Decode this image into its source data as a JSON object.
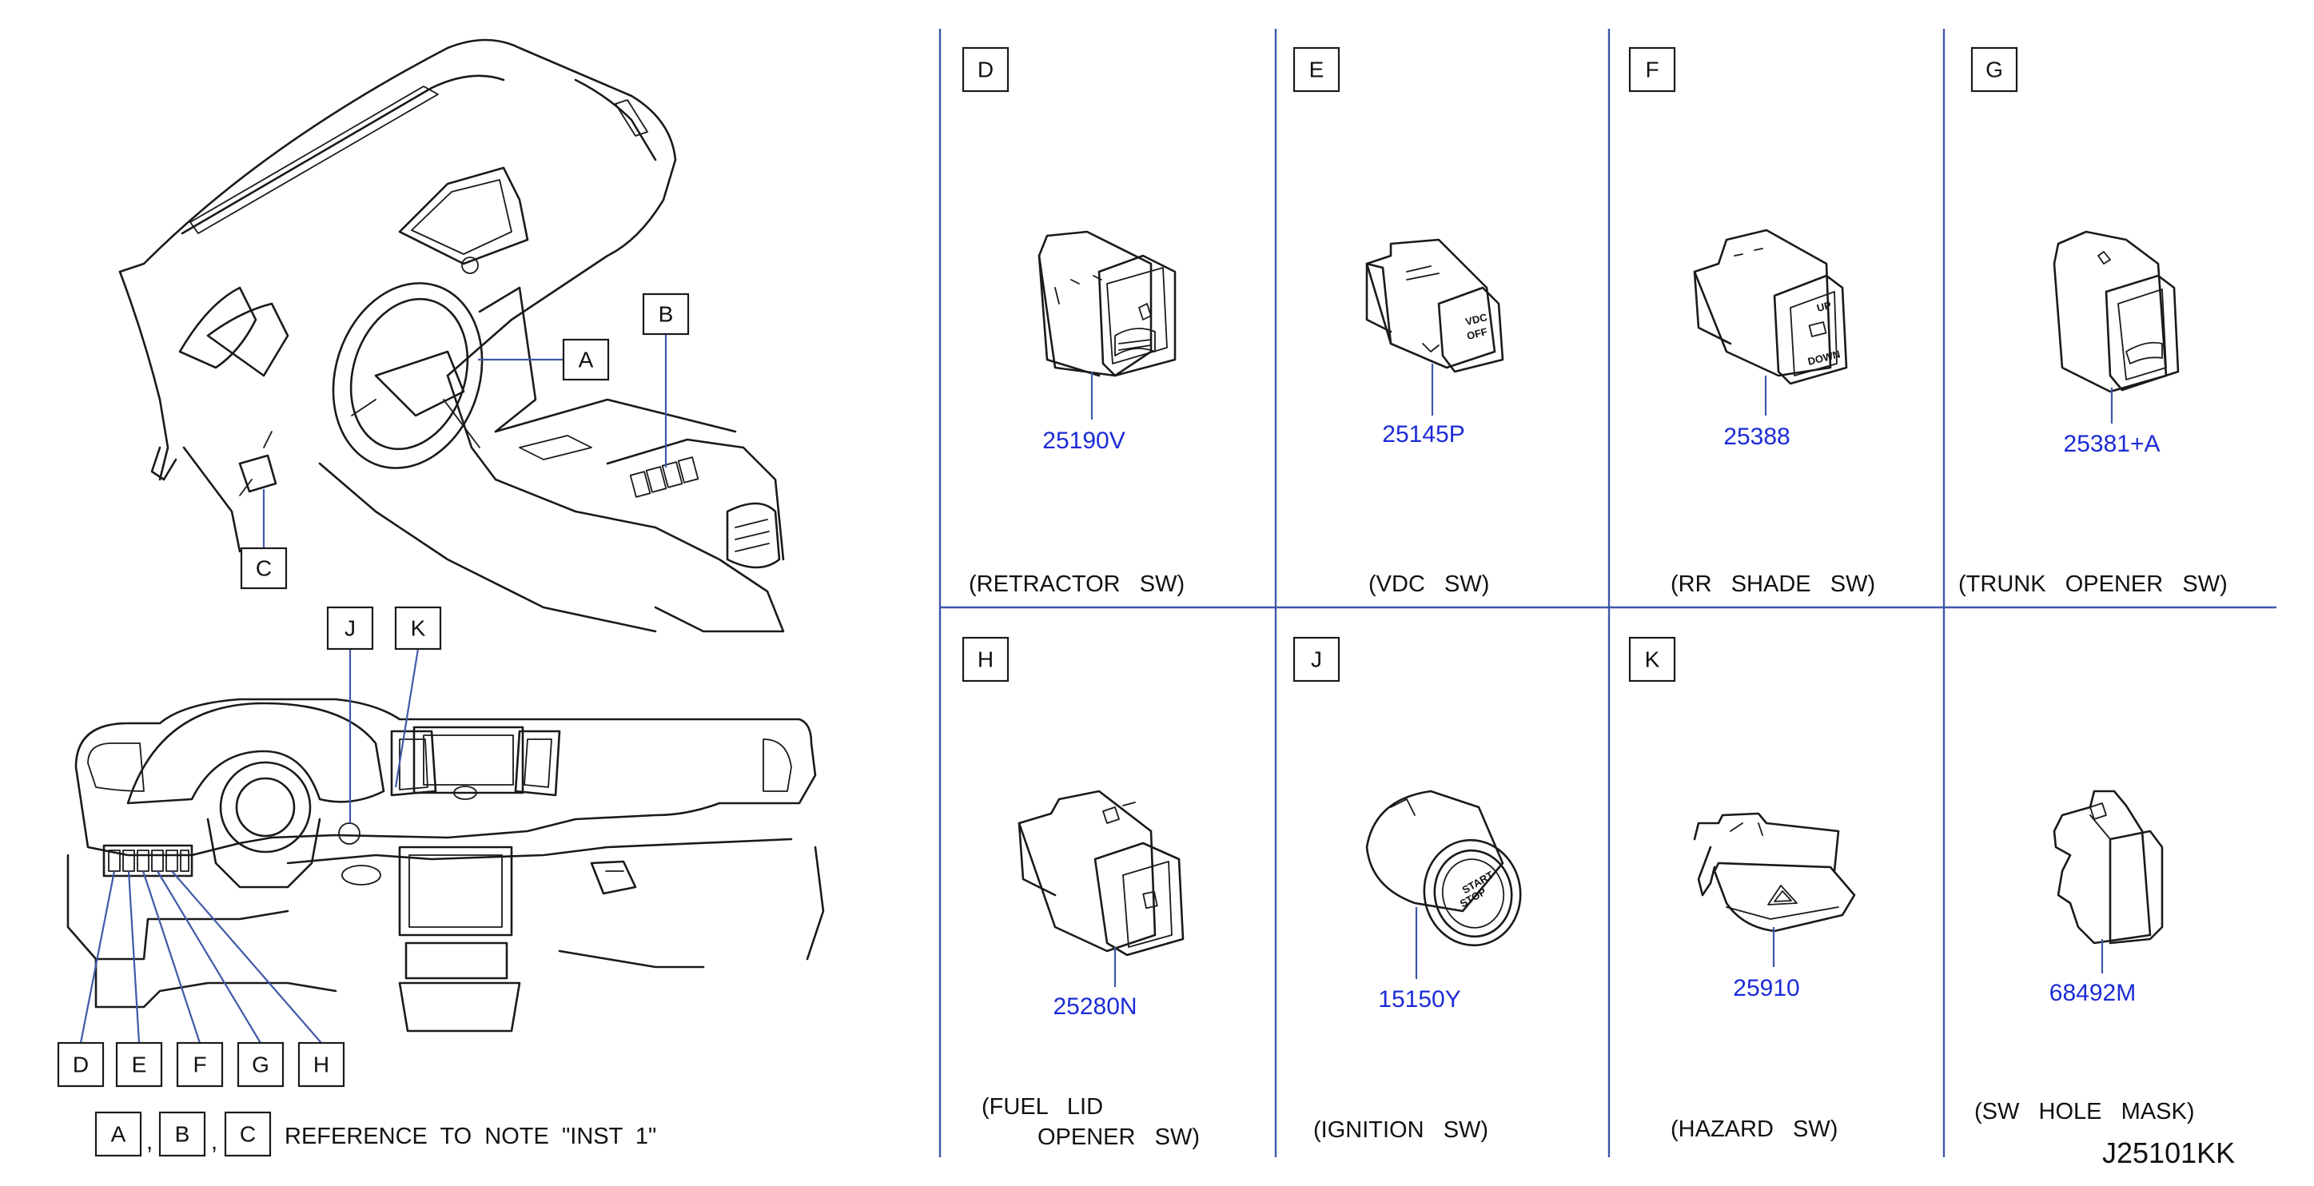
{
  "overview_callouts": [
    "A",
    "B",
    "C",
    "J",
    "K",
    "D",
    "E",
    "F",
    "G",
    "H"
  ],
  "reference_note": {
    "refs": [
      "A",
      "B",
      "C"
    ],
    "separator": ",",
    "text": "REFERENCE  TO  NOTE  \"INST  1\""
  },
  "panels": [
    {
      "key": "D",
      "part_number": "25190V",
      "caption_lines": [
        "(RETRACTOR   SW)"
      ]
    },
    {
      "key": "E",
      "part_number": "25145P",
      "caption_lines": [
        "(VDC   SW)"
      ],
      "switch_text": [
        "VDC",
        "OFF"
      ]
    },
    {
      "key": "F",
      "part_number": "25388",
      "caption_lines": [
        "(RR   SHADE   SW)"
      ],
      "switch_text": [
        "UP",
        "DOWN"
      ]
    },
    {
      "key": "G",
      "part_number": "25381+A",
      "caption_lines": [
        "(TRUNK   OPENER   SW)"
      ]
    },
    {
      "key": "H",
      "part_number": "25280N",
      "caption_lines": [
        "(FUEL   LID",
        "OPENER   SW)"
      ]
    },
    {
      "key": "J",
      "part_number": "15150Y",
      "caption_lines": [
        "(IGNITION   SW)"
      ],
      "switch_text": [
        "START",
        "STOP"
      ]
    },
    {
      "key": "K",
      "part_number": "25910",
      "caption_lines": [
        "(HAZARD   SW)"
      ]
    },
    {
      "key": "",
      "part_number": "68492M",
      "caption_lines": [
        "(SW   HOLE   MASK)"
      ]
    }
  ],
  "diagram_id": "J25101KK",
  "colors": {
    "grid_lines": "#3f58a8",
    "part_numbers": "#1c2bd6",
    "line_art": "#1a1a1a"
  }
}
